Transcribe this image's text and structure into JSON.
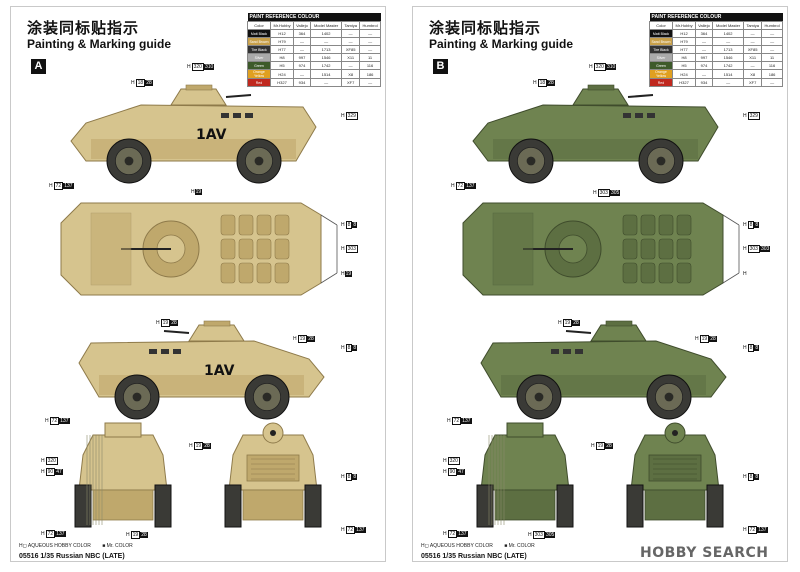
{
  "sheets": [
    {
      "id": "A",
      "title_cjk": "涂装同标贴指示",
      "title_en": "Painting & Marking guide",
      "letter": "A",
      "body_color": "#d6c48e",
      "body_shade": "#bfa86c",
      "body_dark": "#8e7a4a",
      "marking": "1AV",
      "callouts": [
        {
          "h": "H",
          "a": "320",
          "b": "310"
        },
        {
          "h": "H",
          "a": "18",
          "b": "28"
        },
        {
          "h": "H",
          "a": "329",
          "b": ""
        },
        {
          "h": "H",
          "a": "72",
          "b": "137"
        },
        {
          "h": "H",
          "a": "",
          "b": "19"
        },
        {
          "h": "H",
          "a": "8",
          "b": "8"
        },
        {
          "h": "H",
          "a": "303",
          "b": ""
        },
        {
          "h": "H",
          "a": "",
          "b": "19"
        },
        {
          "h": "H",
          "a": "19",
          "b": "28"
        },
        {
          "h": "H",
          "a": "19",
          "b": "28"
        },
        {
          "h": "H",
          "a": "8",
          "b": "8"
        },
        {
          "h": "H",
          "a": "72",
          "b": "137"
        },
        {
          "h": "H",
          "a": "320",
          "b": ""
        },
        {
          "h": "H",
          "a": "90",
          "b": "47"
        },
        {
          "h": "H",
          "a": "19",
          "b": "28"
        },
        {
          "h": "H",
          "a": "8",
          "b": "8"
        },
        {
          "h": "H",
          "a": "72",
          "b": "137"
        },
        {
          "h": "H",
          "a": "72",
          "b": "137"
        },
        {
          "h": "H",
          "a": "19",
          "b": "28"
        }
      ],
      "footer_brands": [
        "H◻ AQUEOUS HOBBY COLOR",
        "■ Mr. COLOR"
      ],
      "footer_title": "05516 1/35 Russian NBC (LATE)"
    },
    {
      "id": "B",
      "title_cjk": "涂装同标贴指示",
      "title_en": "Painting & Marking guide",
      "letter": "B",
      "body_color": "#6f8350",
      "body_shade": "#5d6f42",
      "body_dark": "#3f4c2c",
      "marking": "",
      "callouts": [
        {
          "h": "H",
          "a": "320",
          "b": "310"
        },
        {
          "h": "H",
          "a": "18",
          "b": "28"
        },
        {
          "h": "H",
          "a": "329",
          "b": ""
        },
        {
          "h": "H",
          "a": "72",
          "b": "137"
        },
        {
          "h": "H",
          "a": "303",
          "b": "305"
        },
        {
          "h": "H",
          "a": "8",
          "b": "8"
        },
        {
          "h": "H",
          "a": "303",
          "b": "303"
        },
        {
          "h": "H",
          "a": "",
          "b": ""
        },
        {
          "h": "H",
          "a": "19",
          "b": "28"
        },
        {
          "h": "H",
          "a": "19",
          "b": "28"
        },
        {
          "h": "H",
          "a": "8",
          "b": "8"
        },
        {
          "h": "H",
          "a": "72",
          "b": "137"
        },
        {
          "h": "H",
          "a": "320",
          "b": ""
        },
        {
          "h": "H",
          "a": "90",
          "b": "47"
        },
        {
          "h": "H",
          "a": "19",
          "b": "28"
        },
        {
          "h": "H",
          "a": "8",
          "b": "8"
        },
        {
          "h": "H",
          "a": "72",
          "b": "137"
        },
        {
          "h": "H",
          "a": "72",
          "b": "137"
        },
        {
          "h": "H",
          "a": "303",
          "b": "305"
        }
      ],
      "footer_brands": [
        "H◻ AQUEOUS HOBBY COLOR",
        "■ Mr. COLOR"
      ],
      "footer_title": "05516 1/35 Russian NBC (LATE)"
    }
  ],
  "paint_table": {
    "header": "PAINT REFERENCE COLOUR",
    "columns": [
      "Color",
      "Mr.Hobby",
      "Vallejo",
      "Model Master",
      "Tamiya",
      "Humbrol"
    ],
    "rows": [
      {
        "color": "Matt Black",
        "swatch": "#111111",
        "hobby": "H12",
        "vallejo": "364",
        "mm": "1402",
        "tamiya": "—",
        "humbrol": "—"
      },
      {
        "color": "Sand Brown",
        "swatch": "#c8a04a",
        "hobby": "H79",
        "vallejo": "—",
        "mm": "—",
        "tamiya": "—",
        "humbrol": "—"
      },
      {
        "color": "Tire Black",
        "swatch": "#333333",
        "hobby": "H77",
        "vallejo": "—",
        "mm": "1713",
        "tamiya": "XF85",
        "humbrol": "—"
      },
      {
        "color": "Silver",
        "swatch": "#aaaaaa",
        "hobby": "H8",
        "vallejo": "997",
        "mm": "1546",
        "tamiya": "X11",
        "humbrol": "11"
      },
      {
        "color": "Green",
        "swatch": "#3d5a2a",
        "hobby": "H5",
        "vallejo": "974",
        "mm": "1742",
        "tamiya": "—",
        "humbrol": "116"
      },
      {
        "color": "Orange Yellow",
        "swatch": "#e0a020",
        "hobby": "H24",
        "vallejo": "—",
        "mm": "1514",
        "tamiya": "X8",
        "humbrol": "186"
      },
      {
        "color": "Red",
        "swatch": "#c0281e",
        "hobby": "H327",
        "vallejo": "934",
        "mm": "—",
        "tamiya": "XF7",
        "humbrol": "—"
      }
    ]
  },
  "watermark": "HOBBY SEARCH"
}
